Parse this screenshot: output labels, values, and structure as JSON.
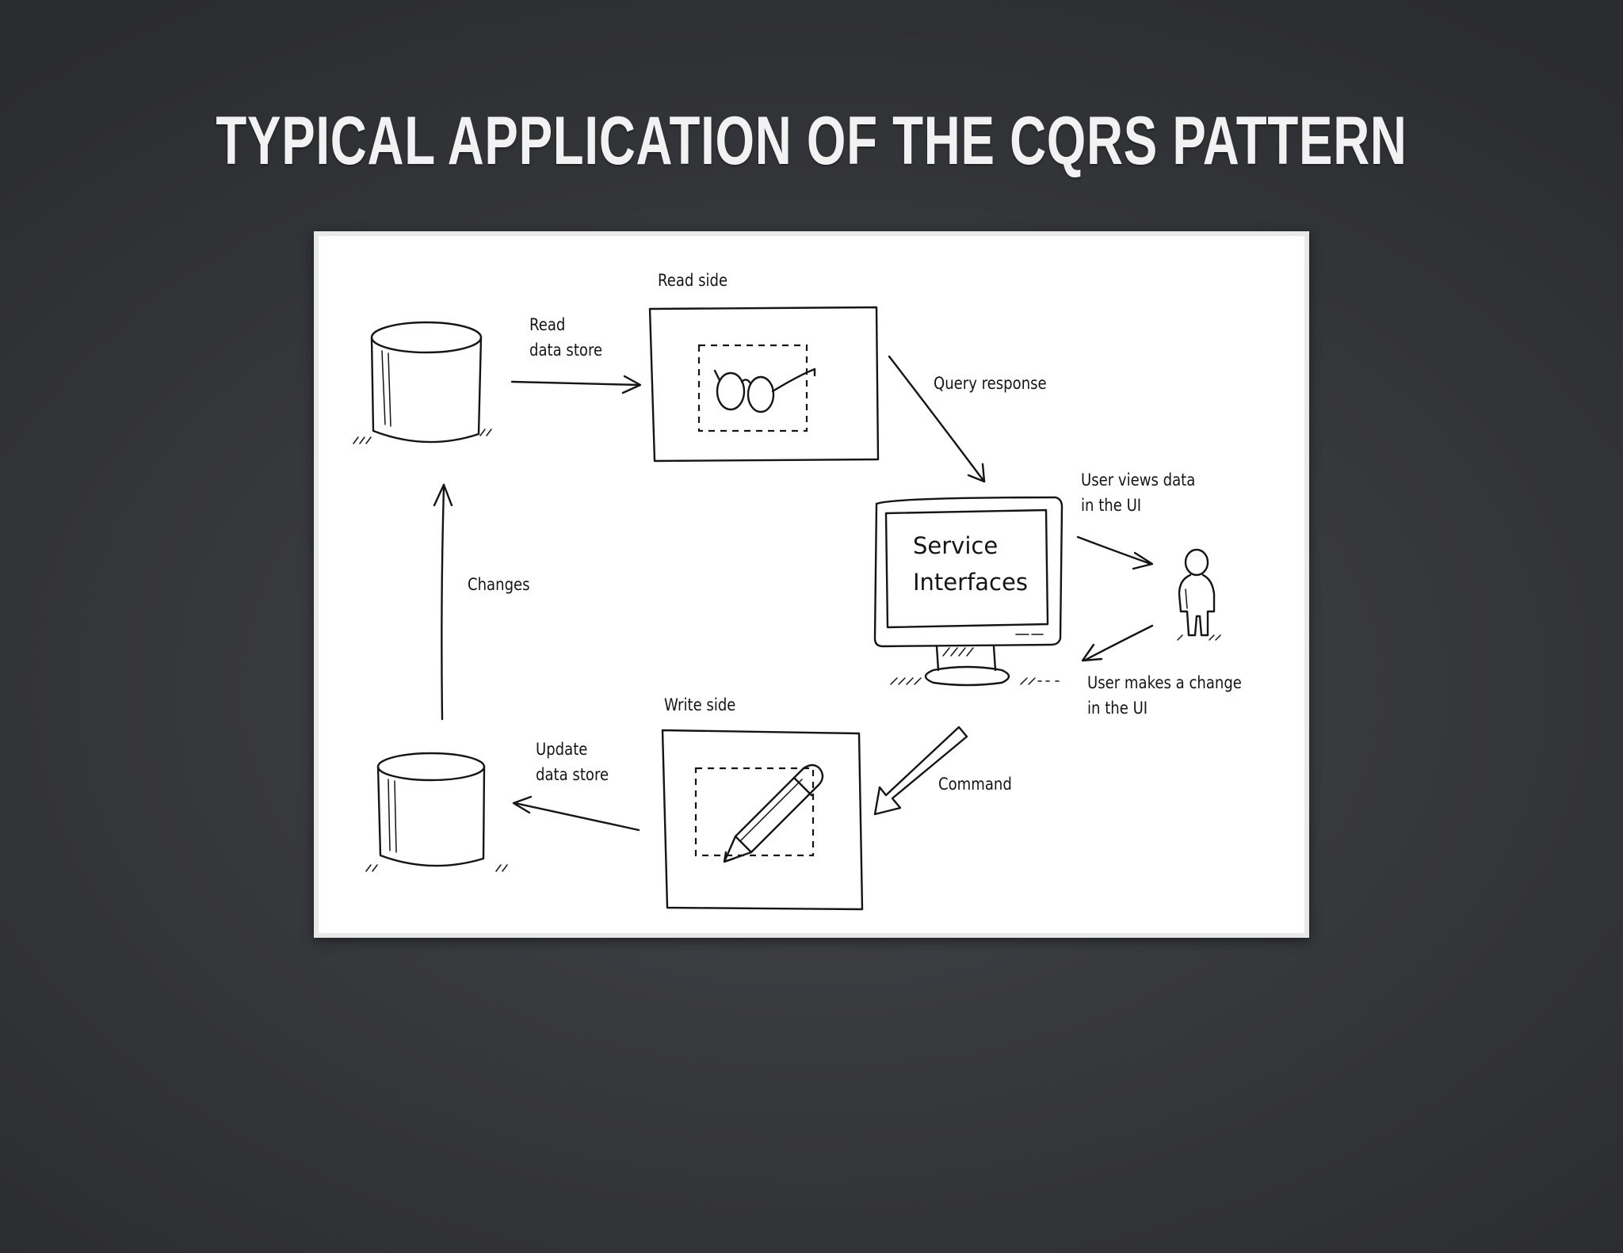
{
  "slide": {
    "title": "TYPICAL APPLICATION OF THE CQRS PATTERN"
  },
  "diagram": {
    "labels": {
      "read_side": "Read side",
      "read_data_store_line1": "Read",
      "read_data_store_line2": "data store",
      "query_response": "Query response",
      "user_views_line1": "User views data",
      "user_views_line2": "in the UI",
      "service_line1": "Service",
      "service_line2": "Interfaces",
      "changes": "Changes",
      "user_makes_line1": "User makes a change",
      "user_makes_line2": "in the UI",
      "write_side": "Write side",
      "update_store_line1": "Update",
      "update_store_line2": "data store",
      "command": "Command"
    },
    "icons": {
      "read_store": "database-cylinder-icon",
      "write_store": "database-cylinder-icon",
      "read_model": "glasses-icon",
      "write_model": "pencil-icon",
      "ui": "monitor-icon",
      "user": "person-icon"
    },
    "colors": {
      "ink": "#151515",
      "paper": "#ffffff",
      "background": "#38393d",
      "title": "#f2f2f2"
    }
  }
}
